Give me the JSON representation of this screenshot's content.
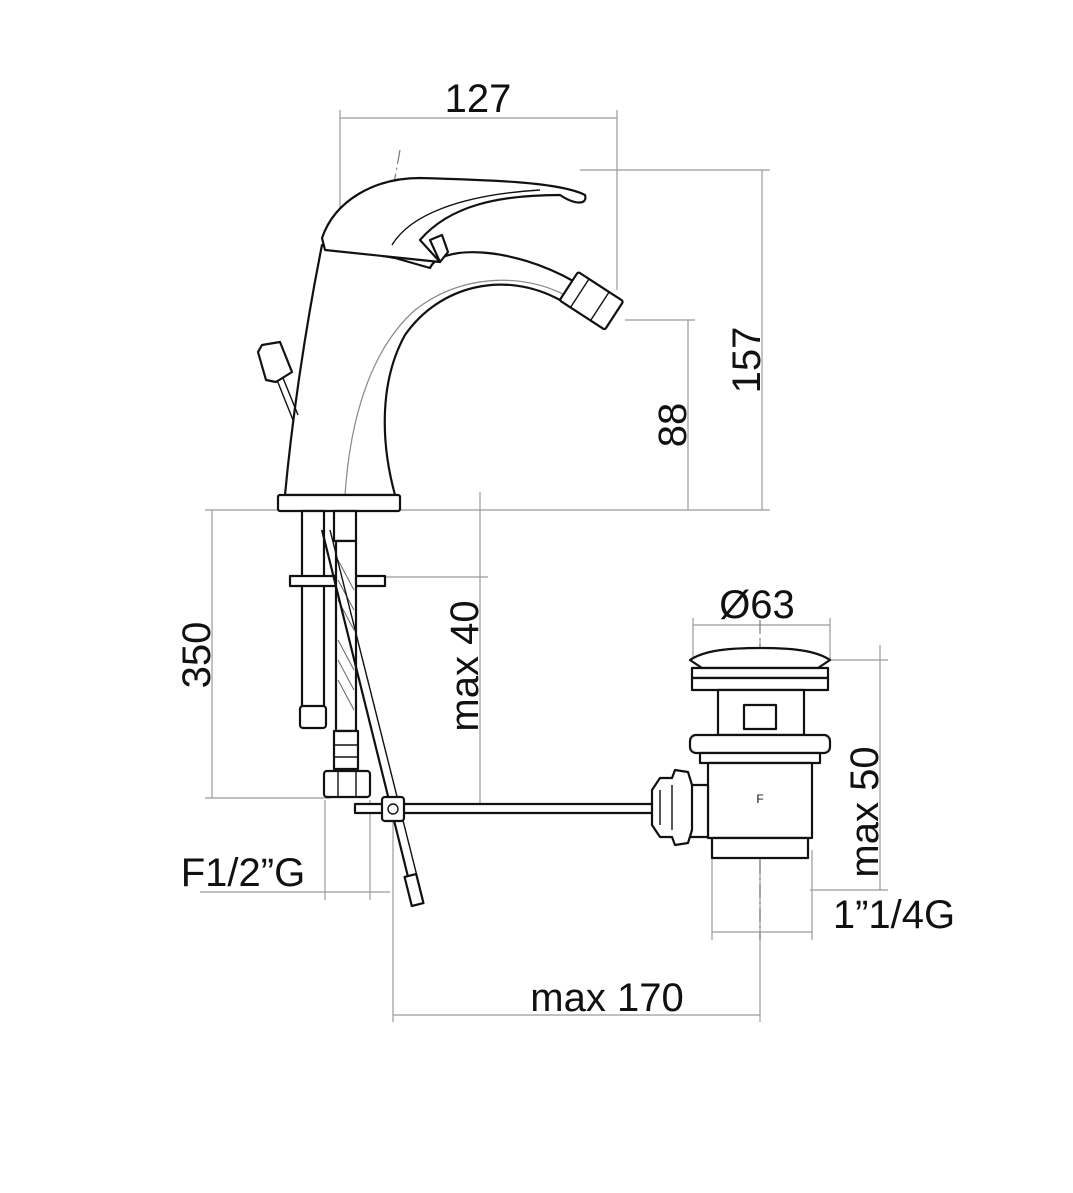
{
  "dimensions": {
    "width_127": "127",
    "height_157": "157",
    "height_88": "88",
    "hose_350": "350",
    "max_40": "max 40",
    "diam_63": "Ø63",
    "max_50": "max 50",
    "thread_inlet": "F1/2”G",
    "thread_waste": "1”1/4G",
    "max_170": "max 170"
  },
  "labels": {
    "waste_mark": "F"
  },
  "colors": {
    "line": "#111111",
    "dimension": "#9a9a9a",
    "background": "#ffffff"
  }
}
